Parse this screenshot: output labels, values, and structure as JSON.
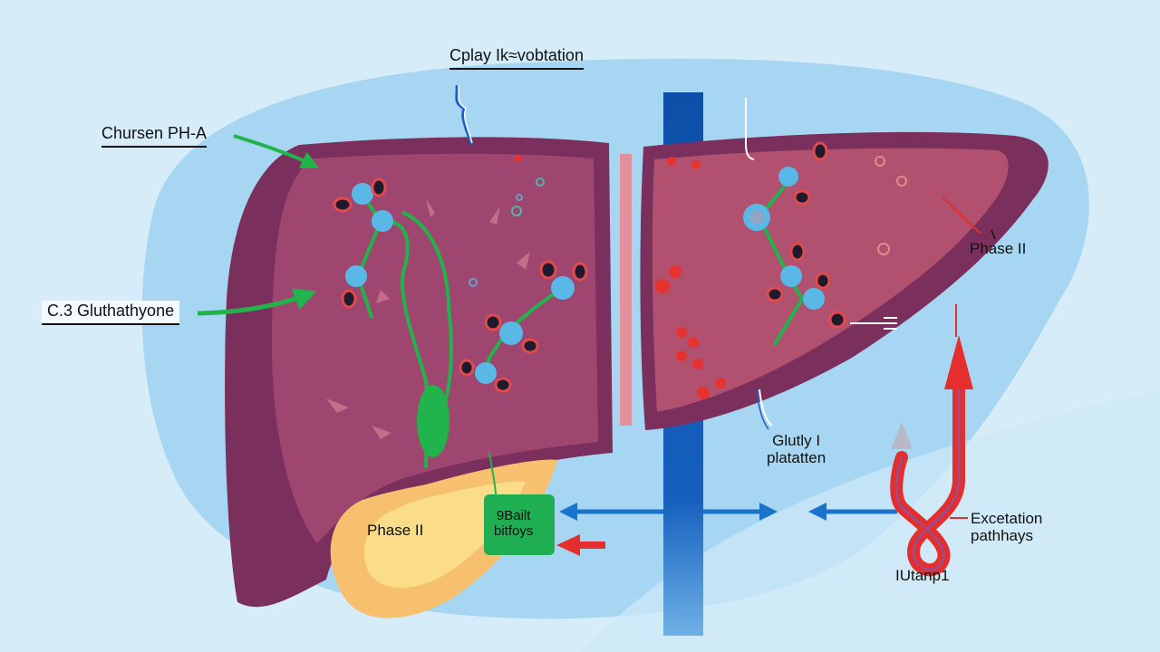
{
  "title": "Liver detoxification pathway illustration",
  "labels": {
    "top": "Cplay Ik≈vobtation",
    "top_left": "Chursen PH-A",
    "left": "C.3 Gluthathyone",
    "right_upper": "Phase II",
    "gallbladder": "Phase II",
    "bile_box_line1": "9Bailt",
    "bile_box_line2": "bitfoys",
    "right_middle_line1": "Glutly I",
    "right_middle_line2": "platatten",
    "excretion_line1": "Excetation",
    "excretion_line2": "pathhays",
    "bottom_right": "IUtanp1"
  },
  "colors": {
    "background": "#d6ecf8",
    "body_silhouette": "#a6d6f2",
    "liver_outer": "#7a2f5c",
    "liver_inner": "#9e4670",
    "liver_right_inner": "#b1506f",
    "gallbladder_outer": "#f6c06e",
    "gallbladder_inner": "#fbdc88",
    "bile_box": "#1fae52",
    "vessel_blue": "#0d58b4",
    "arrow_blue": "#1a74cc",
    "arrow_green": "#21b34c",
    "arrow_red": "#e52e2e",
    "molecule_blue": "#5ab8e6",
    "pink_bar": "#e4909a"
  }
}
